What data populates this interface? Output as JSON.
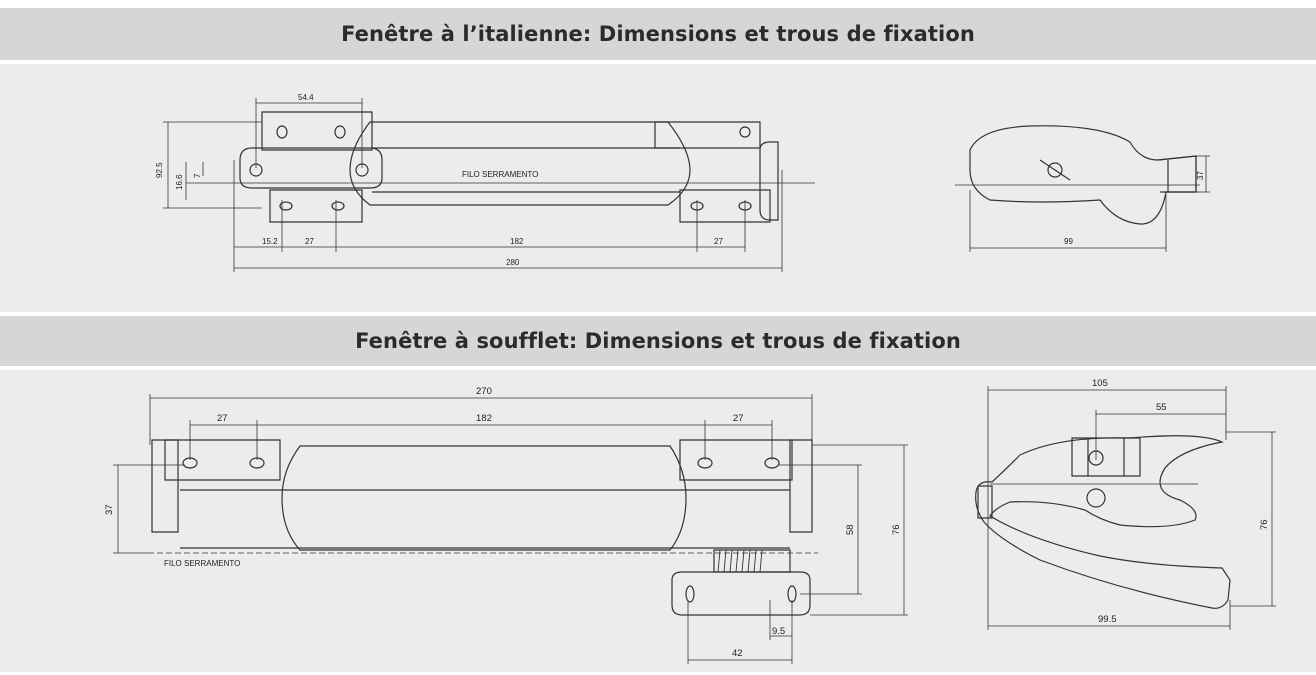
{
  "section1": {
    "title": "Fenêtre à l’italienne: Dimensions et trous de fixation",
    "left_view": {
      "label_top": "54.4",
      "label_height": "92.5",
      "label_16": "16.6",
      "label_7": "7",
      "label_15": "15.2",
      "label_27a": "27",
      "label_182": "182",
      "label_27b": "27",
      "label_total": "280",
      "filo": "FILO SERRAMENTO"
    },
    "right_view": {
      "label_width": "99",
      "label_side": "37"
    }
  },
  "section2": {
    "title": "Fenêtre à soufflet: Dimensions et trous de fixation",
    "left_view": {
      "label_total": "270",
      "label_27a": "27",
      "label_182": "182",
      "label_27b": "27",
      "label_37": "37",
      "label_58": "58",
      "label_76": "76",
      "label_95": "9.5",
      "label_42": "42",
      "filo": "FILO SERRAMENTO"
    },
    "right_view": {
      "label_105": "105",
      "label_55": "55",
      "label_76": "76",
      "label_995": "99.5"
    }
  }
}
